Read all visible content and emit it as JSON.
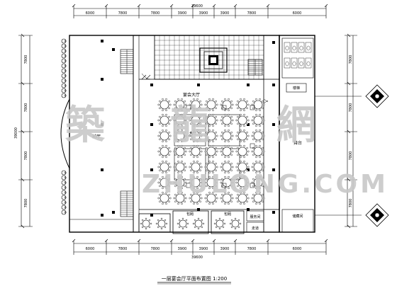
{
  "title": "一层宴会厅平面布置图 1:200",
  "watermark": {
    "chars": [
      "築",
      "龍",
      "網"
    ],
    "latin": "ZHULONG.COM"
  },
  "dims": {
    "top_total": "39600",
    "top": [
      "6000",
      "7800",
      "7800",
      "3900",
      "3900",
      "3900",
      "7800",
      "6000"
    ],
    "bottom_total": "39600",
    "bottom": [
      "6000",
      "7800",
      "7800",
      "3900",
      "3900",
      "3900",
      "7800",
      "6000"
    ],
    "left": [
      "7800",
      "7800",
      "7800",
      "7800"
    ],
    "left_total": "39000",
    "right": [
      "7800",
      "7800",
      "7800",
      "7800"
    ]
  },
  "labels": {
    "banquet_hall": "宴会大厅",
    "left_room": "前厅",
    "right_room": "舞台",
    "center": "大厅",
    "small_room_a": "包厢",
    "small_room_b": "包厢",
    "service": "服务间",
    "corridor": "走道",
    "storage": "储藏间",
    "stair": "楼梯"
  },
  "table_grid": {
    "cols": 7,
    "rows": 7,
    "table_size": 6
  }
}
